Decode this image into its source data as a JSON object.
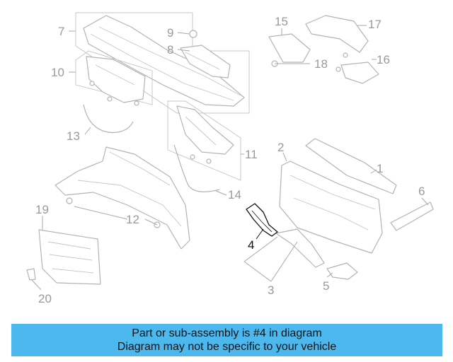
{
  "diagram": {
    "callouts": [
      {
        "id": "c1",
        "label": "1"
      },
      {
        "id": "c2",
        "label": "2"
      },
      {
        "id": "c3",
        "label": "3"
      },
      {
        "id": "c4",
        "label": "4"
      },
      {
        "id": "c5",
        "label": "5"
      },
      {
        "id": "c6",
        "label": "6"
      },
      {
        "id": "c7",
        "label": "7"
      },
      {
        "id": "c8",
        "label": "8"
      },
      {
        "id": "c9",
        "label": "9"
      },
      {
        "id": "c10",
        "label": "10"
      },
      {
        "id": "c11",
        "label": "11"
      },
      {
        "id": "c12",
        "label": "12"
      },
      {
        "id": "c13",
        "label": "13"
      },
      {
        "id": "c14",
        "label": "14"
      },
      {
        "id": "c15",
        "label": "15"
      },
      {
        "id": "c16",
        "label": "16"
      },
      {
        "id": "c17",
        "label": "17"
      },
      {
        "id": "c18",
        "label": "18"
      },
      {
        "id": "c19",
        "label": "19"
      },
      {
        "id": "c20",
        "label": "20"
      }
    ],
    "highlighted_part": "4",
    "highlight_color": "#111111",
    "line_color": "#b3b3b3"
  },
  "caption": {
    "line1": "Part or sub-assembly is #4 in diagram",
    "line2": "Diagram may not be specific to your vehicle",
    "background": "#4cb8ee"
  }
}
